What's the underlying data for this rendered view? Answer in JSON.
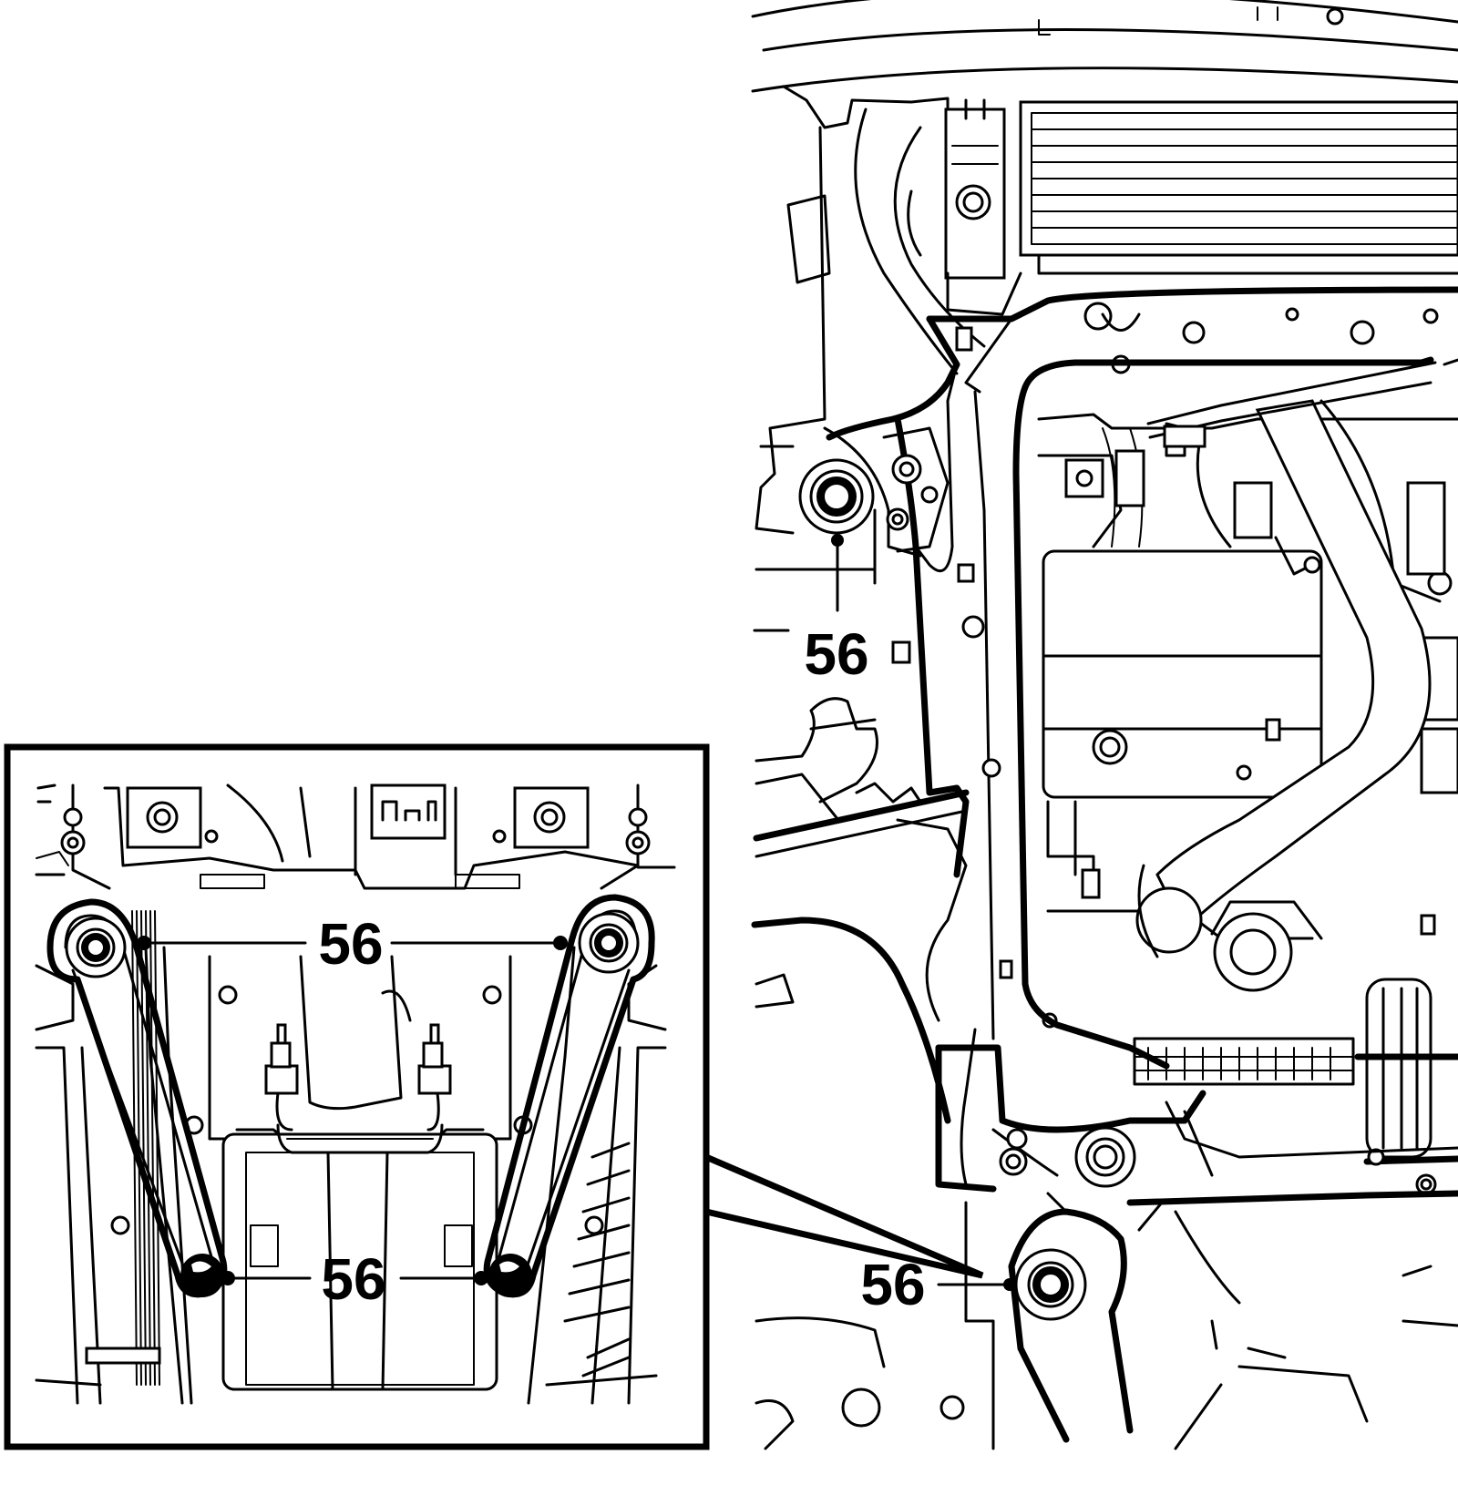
{
  "callouts": {
    "main_upper": "56",
    "main_lower": "56",
    "inset_upper": "56",
    "inset_lower": "56"
  },
  "colors": {
    "line": "#000000",
    "background": "#ffffff"
  }
}
